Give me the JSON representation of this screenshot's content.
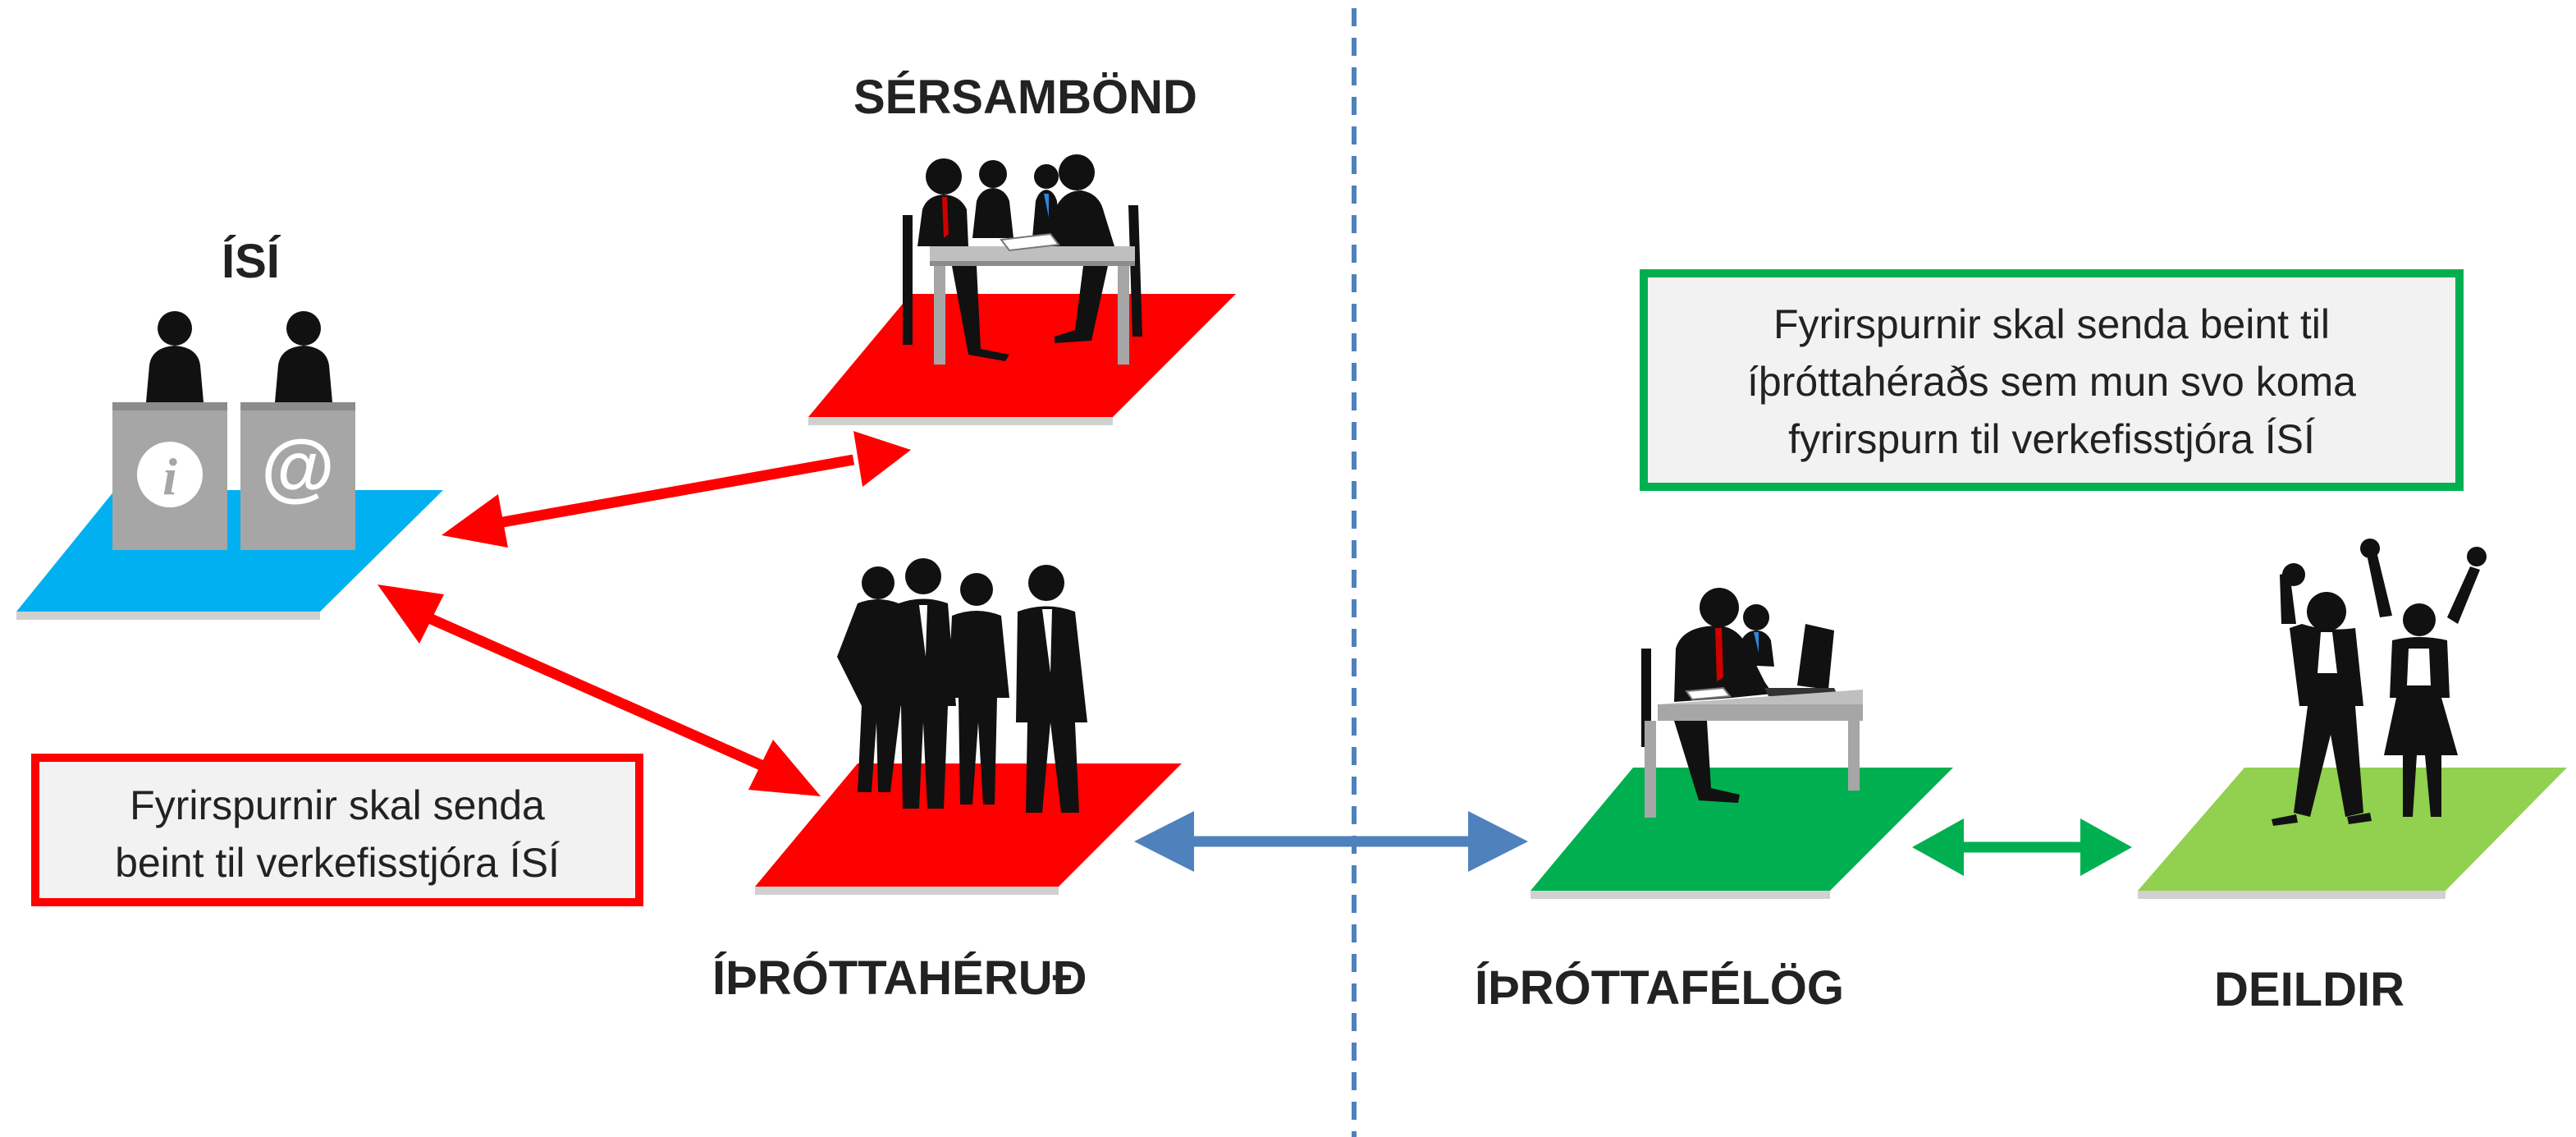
{
  "labels": {
    "isi": "ÍSÍ",
    "sersambond": "SÉRSAMBÖND",
    "ithrottaherud": "ÍÞRÓTTAHÉRUÐ",
    "ithrottafelog": "ÍÞRÓTTAFÉLÖG",
    "deildir": "DEILDIR"
  },
  "notes": {
    "red": [
      "Fyrirspurnir skal senda",
      "beint til verkefisstjóra ÍSÍ"
    ],
    "green": [
      "Fyrirspurnir skal senda beint til",
      "íþróttahéraðs sem mun svo koma",
      "fyrirspurn til verkefisstjóra ÍSÍ"
    ]
  },
  "kiosk_symbols": {
    "info": "i",
    "at": "@"
  },
  "colors": {
    "isi_platform": "#00b0f0",
    "red": "#ff0000",
    "green": "#00b050",
    "light_green": "#92d050",
    "blue_arrow": "#4f81bd",
    "note_red_border": "#ff0000",
    "note_green_border": "#00b050",
    "divider": "#4f81bd"
  },
  "icons": [
    "info-icon",
    "at-icon",
    "headset-person-icon",
    "meeting-table-icon",
    "business-team-icon",
    "desk-laptop-icon",
    "celebrating-people-icon"
  ]
}
